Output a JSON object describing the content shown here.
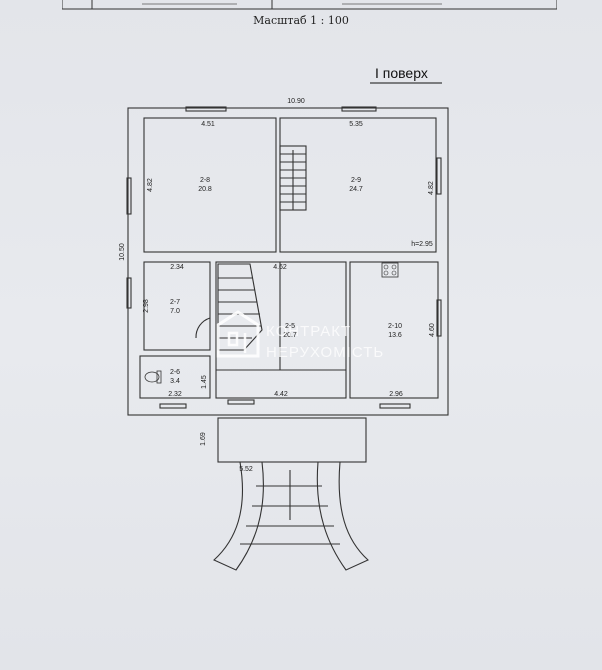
{
  "header": {
    "scale_text": "Масштаб 1 : 100",
    "floor_label": "I поверх"
  },
  "dimensions": {
    "total_width": "10.90",
    "total_height": "10.50",
    "w_451": "4.51",
    "w_535": "5.35",
    "h_482_left": "4.82",
    "h_482_right": "4.82",
    "ceiling": "h=2.95",
    "w_234": "2.34",
    "w_462": "4.62",
    "h_298": "2.98",
    "h_460": "4.60",
    "h_145": "1.45",
    "w_232": "2.32",
    "w_442": "4.42",
    "w_296": "2.96",
    "h_169": "1.69",
    "w_552": "5.52"
  },
  "rooms": [
    {
      "id": "2-8",
      "area": "20.8"
    },
    {
      "id": "2-9",
      "area": "24.7"
    },
    {
      "id": "2-7",
      "area": "7.0"
    },
    {
      "id": "2-5",
      "area": "20.7"
    },
    {
      "id": "2-10",
      "area": "13.6"
    },
    {
      "id": "2-6",
      "area": "3.4"
    }
  ],
  "watermark": {
    "line1": "КОНТРАКТ",
    "line2": "НЕРУХОМІСТЬ"
  }
}
